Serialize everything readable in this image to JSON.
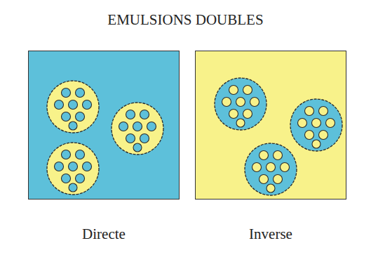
{
  "diagram": {
    "title": "EMULSIONS DOUBLES",
    "nodes": [
      {
        "text": [
          "Directe"
        ]
      },
      {
        "text": [
          "Inverse"
        ]
      }
    ]
  }
}
